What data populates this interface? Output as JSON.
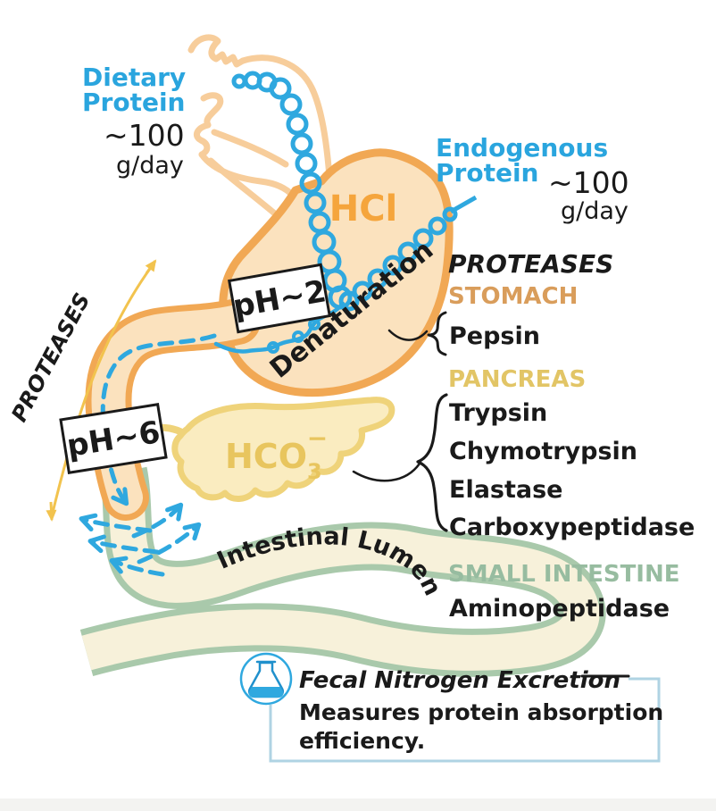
{
  "colors": {
    "protein_blue": "#2AA5DE",
    "organ_orange": "#F1A854",
    "organ_orange_fill": "#FBE2BE",
    "esophagus_peach": "#F7CD9B",
    "acid_orange": "#F5A53C",
    "stomach_label_tan": "#D99D5B",
    "pancreas_gold": "#E2C566",
    "pancreas_fill": "#FAECC0",
    "pancreas_outline": "#EFD37A",
    "intestine_green": "#A9C9AB",
    "intestine_fill": "#F7F1DA",
    "small_intestine_label": "#97BCA0",
    "arrow_yellow": "#F2C34E",
    "note_blue": "#AFD3E3",
    "ink": "#1A1A1A"
  },
  "intake": {
    "dietary": {
      "line1": "Dietary",
      "line2": "Protein",
      "amount": "~100",
      "unit": "g/day"
    },
    "endogenous": {
      "line1": "Endogenous",
      "line2": "Protein",
      "amount": "~100",
      "unit": "g/day"
    }
  },
  "stomach": {
    "acid": "HCl",
    "ph": "pH~2",
    "process": "Denaturation"
  },
  "intestinal_path": {
    "proteases": "PROTEASES",
    "ph": "pH~6",
    "lumen": "Intestinal Lumen"
  },
  "pancreas": {
    "bicarb_main": "HCO",
    "bicarb_sub": "3",
    "bicarb_sup": "−"
  },
  "enzyme_legend": {
    "title": "PROTEASES",
    "sections": [
      {
        "organ": "STOMACH",
        "enzymes": [
          "Pepsin"
        ]
      },
      {
        "organ": "PANCREAS",
        "enzymes": [
          "Trypsin",
          "Chymotrypsin",
          "Elastase",
          "Carboxypeptidase"
        ]
      },
      {
        "organ": "SMALL INTESTINE",
        "enzymes": [
          "Aminopeptidase"
        ]
      }
    ]
  },
  "footnote": {
    "title": "Fecal Nitrogen Excretion",
    "desc_line1": "Measures protein absorption",
    "desc_line2": "efficiency."
  }
}
